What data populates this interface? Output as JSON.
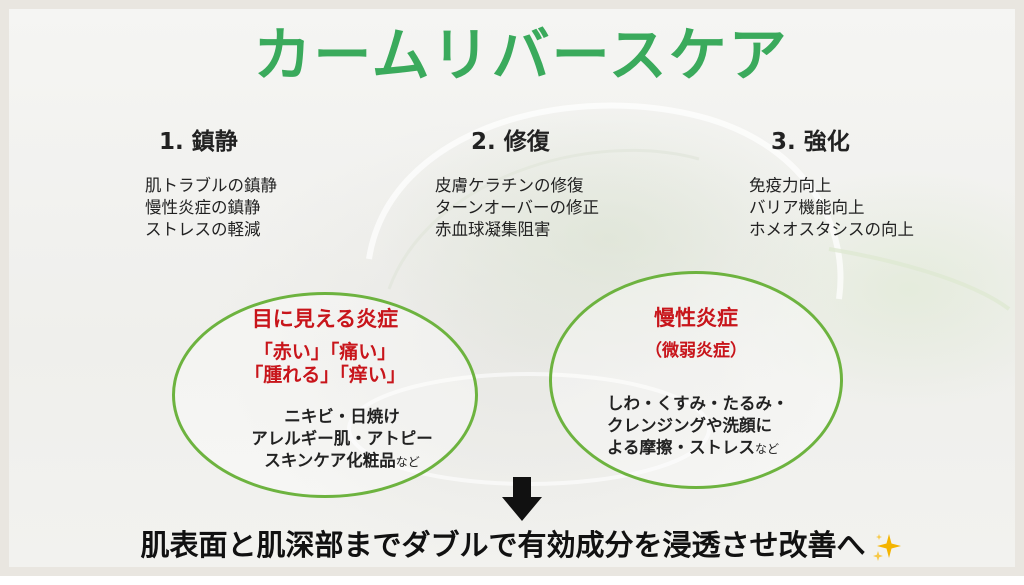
{
  "title": "カームリバースケア",
  "columns": [
    {
      "heading": "1. 鎮静",
      "items": [
        "肌トラブルの鎮静",
        "慢性炎症の鎮静",
        "ストレスの軽減"
      ]
    },
    {
      "heading": "2. 修復",
      "items": [
        "皮膚ケラチンの修復",
        "ターンオーバーの修正",
        "赤血球凝集阻害"
      ]
    },
    {
      "heading": "3. 強化",
      "items": [
        "免疫力向上",
        "バリア機能向上",
        "ホメオスタシスの向上"
      ]
    }
  ],
  "visible_inflammation": {
    "heading": "目に見える炎症",
    "symptoms_line1": "「赤い」「痛い」",
    "symptoms_line2": "「腫れる」「痒い」",
    "examples": [
      "ニキビ・日焼け",
      "アレルギー肌・アトピー"
    ],
    "examples_last": "スキンケア化粧品",
    "examples_suffix": "など"
  },
  "chronic_inflammation": {
    "heading": "慢性炎症",
    "subheading": "（微弱炎症）",
    "causes": [
      "しわ・くすみ・たるみ・",
      "クレンジングや洗顔に"
    ],
    "causes_last": "よる摩擦・ストレス",
    "causes_suffix": "など"
  },
  "conclusion": "肌表面と肌深部までダブルで有効成分を浸透させ改善へ",
  "icons": {
    "arrow": "down-arrow-icon",
    "sparkle": "sparkle-icon"
  },
  "colors": {
    "title": "#3aaa5c",
    "ellipse_border": "#6db33f",
    "highlight": "#c8151b",
    "sparkle": "#f4b400"
  }
}
